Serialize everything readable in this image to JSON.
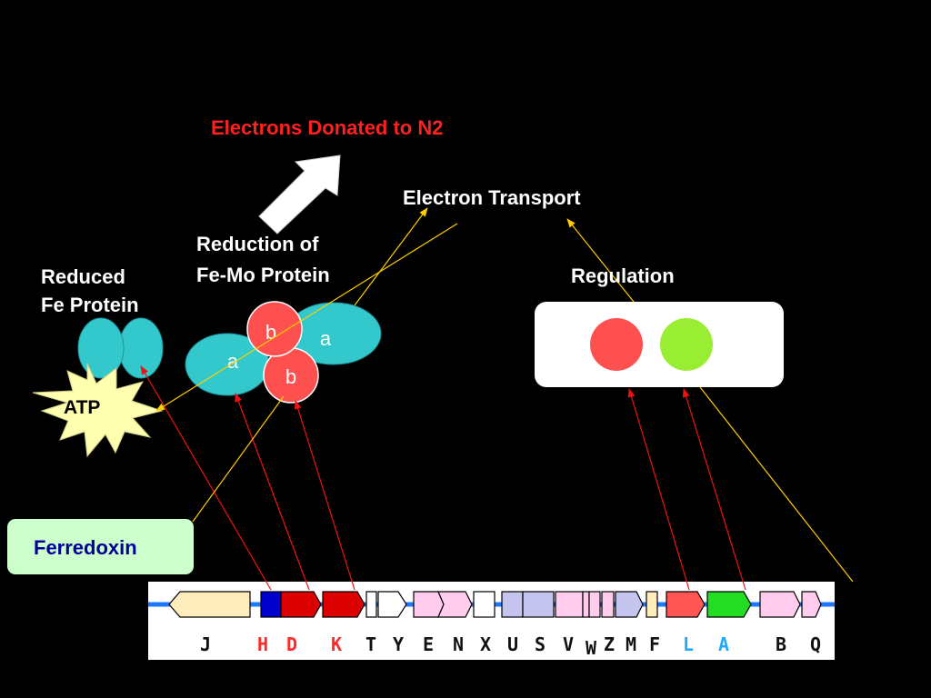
{
  "labels": {
    "electrons_donated": "Electrons Donated to N2",
    "electron_transport": "Electron Transport",
    "reduction_line1": "Reduction of",
    "reduction_line2": "Fe-Mo Protein",
    "reduced_line1": "Reduced",
    "reduced_line2": "Fe Protein",
    "regulation": "Regulation",
    "atp": "ATP",
    "ferredoxin": "Ferredoxin"
  },
  "subunits": {
    "b_top": "b",
    "a_right": "a",
    "a_left": "a",
    "b_bottom": "b"
  },
  "genes": [
    "J",
    "H",
    "D",
    "K",
    "T",
    "Y",
    "E",
    "N",
    "X",
    "U",
    "S",
    "V",
    "W",
    "Z",
    "M",
    "F",
    "L",
    "A",
    "B",
    "Q"
  ],
  "gene_colors": {
    "H": "#ff2a2a",
    "D": "#ff2a2a",
    "K": "#ff2a2a",
    "L": "#22aaff",
    "A": "#22aaff",
    "default": "#111111"
  },
  "colors": {
    "background": "#000000",
    "headline_red": "#ff2020",
    "cyan_protein": "#33c9cc",
    "red_protein": "#ff5050",
    "green_protein": "#99ee33",
    "atp_star": "#ffffb0",
    "ferredoxin_box": "#ccffcc",
    "ferredoxin_text": "#000099",
    "arrow_red": "#ee1111",
    "arrow_yellow": "#ffcc00",
    "track_blue": "#1e78ff"
  }
}
